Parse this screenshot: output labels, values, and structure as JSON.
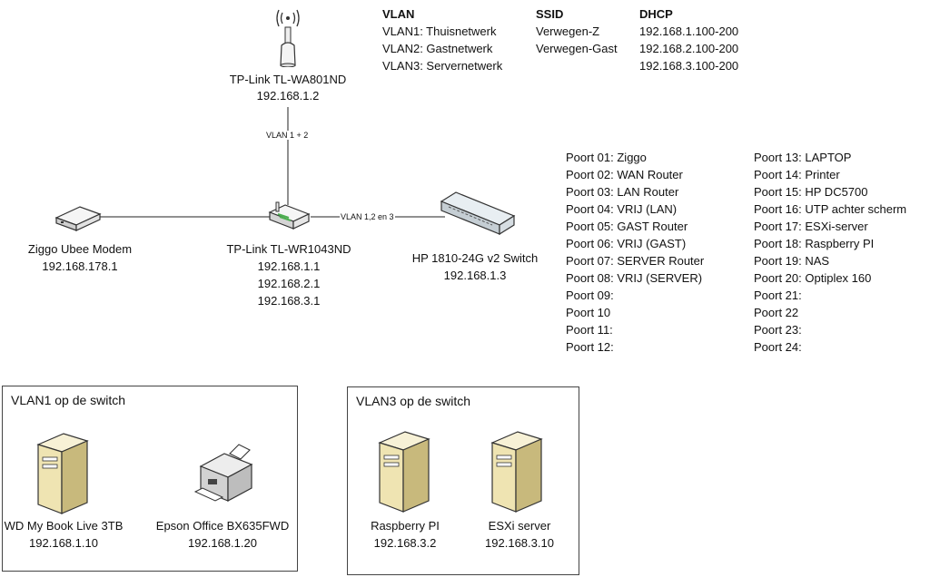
{
  "legend": {
    "headers": {
      "vlan": "VLAN",
      "ssid": "SSID",
      "dhcp": "DHCP"
    },
    "vlans": [
      "VLAN1: Thuisnetwerk",
      "VLAN2: Gastnetwerk",
      "VLAN3: Servernetwerk"
    ],
    "ssids": [
      "Verwegen-Z",
      "Verwegen-Gast"
    ],
    "dhcp": [
      "192.168.1.100-200",
      "192.168.2.100-200",
      "192.168.3.100-200"
    ]
  },
  "devices": {
    "ap": {
      "name": "TP-Link TL-WA801ND",
      "ip": "192.168.1.2"
    },
    "modem": {
      "name": "Ziggo Ubee Modem",
      "ip": "192.168.178.1"
    },
    "router": {
      "name": "TP-Link TL-WR1043ND",
      "ips": [
        "192.168.1.1",
        "192.168.2.1",
        "192.168.3.1"
      ]
    },
    "switch": {
      "name": "HP 1810-24G v2 Switch",
      "ip": "192.168.1.3"
    }
  },
  "links": {
    "ap_router": "VLAN 1 + 2",
    "router_switch": "VLAN 1,2 en 3"
  },
  "ports_left": [
    "Poort 01: Ziggo",
    "Poort 02: WAN Router",
    "Poort 03: LAN Router",
    "Poort 04: VRIJ (LAN)",
    "Poort 05: GAST Router",
    "Poort 06: VRIJ (GAST)",
    "Poort 07: SERVER Router",
    "Poort 08: VRIJ (SERVER)",
    "Poort 09:",
    "Poort 10",
    "Poort 11:",
    "Poort 12:"
  ],
  "ports_right": [
    "Poort 13: LAPTOP",
    "Poort 14: Printer",
    "Poort 15: HP DC5700",
    "Poort 16: UTP achter scherm",
    "Poort 17: ESXi-server",
    "Poort 18: Raspberry PI",
    "Poort 19: NAS",
    "Poort 20: Optiplex 160",
    "Poort 21:",
    "Poort 22",
    "Poort 23:",
    "Poort 24:"
  ],
  "vlan1_group": {
    "title": "VLAN1 op de switch",
    "nas": {
      "name": "WD My Book Live 3TB",
      "ip": "192.168.1.10"
    },
    "printer": {
      "name": "Epson Office BX635FWD",
      "ip": "192.168.1.20"
    }
  },
  "vlan3_group": {
    "title": "VLAN3 op de switch",
    "rpi": {
      "name": "Raspberry PI",
      "ip": "192.168.3.2"
    },
    "esxi": {
      "name": "ESXi server",
      "ip": "192.168.3.10"
    }
  },
  "icons": [
    "wireless-antenna-icon",
    "modem-icon",
    "router-icon",
    "network-switch-icon",
    "server-tower-icon",
    "printer-icon"
  ]
}
